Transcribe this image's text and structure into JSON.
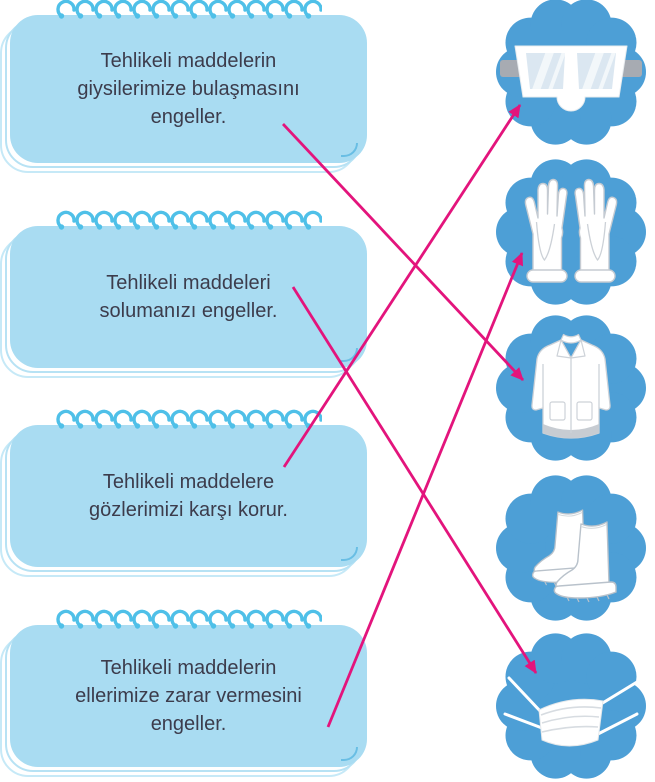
{
  "title": "Protective equipment matching worksheet",
  "colors": {
    "card_fill": "#a9dcf2",
    "card_edge": "#b7e2f4",
    "coil_blue": "#4fc0e8",
    "cloud_blue": "#4d9fd6",
    "arrow_magenta": "#e3147c",
    "text_dark": "#3c3c4c"
  },
  "cards": [
    {
      "id": "card-clothes",
      "text": "Tehlikeli maddelerin\ngiysilerimize bulaşmasını\nengeller."
    },
    {
      "id": "card-inhale",
      "text": "Tehlikeli maddeleri\nsolumanızı engeller."
    },
    {
      "id": "card-eyes",
      "text": "Tehlikeli maddelere\ngözlerimizi karşı korur."
    },
    {
      "id": "card-hands",
      "text": "Tehlikeli maddelerin\nellerimize zarar vermesini\nengeller."
    }
  ],
  "icons": [
    {
      "name": "safety-goggles-icon"
    },
    {
      "name": "protective-gloves-icon"
    },
    {
      "name": "lab-coat-icon"
    },
    {
      "name": "rubber-boots-icon"
    },
    {
      "name": "face-mask-icon"
    }
  ],
  "connections": [
    {
      "from": "card-clothes",
      "to": "lab-coat"
    },
    {
      "from": "card-inhale",
      "to": "face-mask"
    },
    {
      "from": "card-eyes",
      "to": "safety-goggles"
    },
    {
      "from": "card-hands",
      "to": "protective-gloves"
    }
  ]
}
